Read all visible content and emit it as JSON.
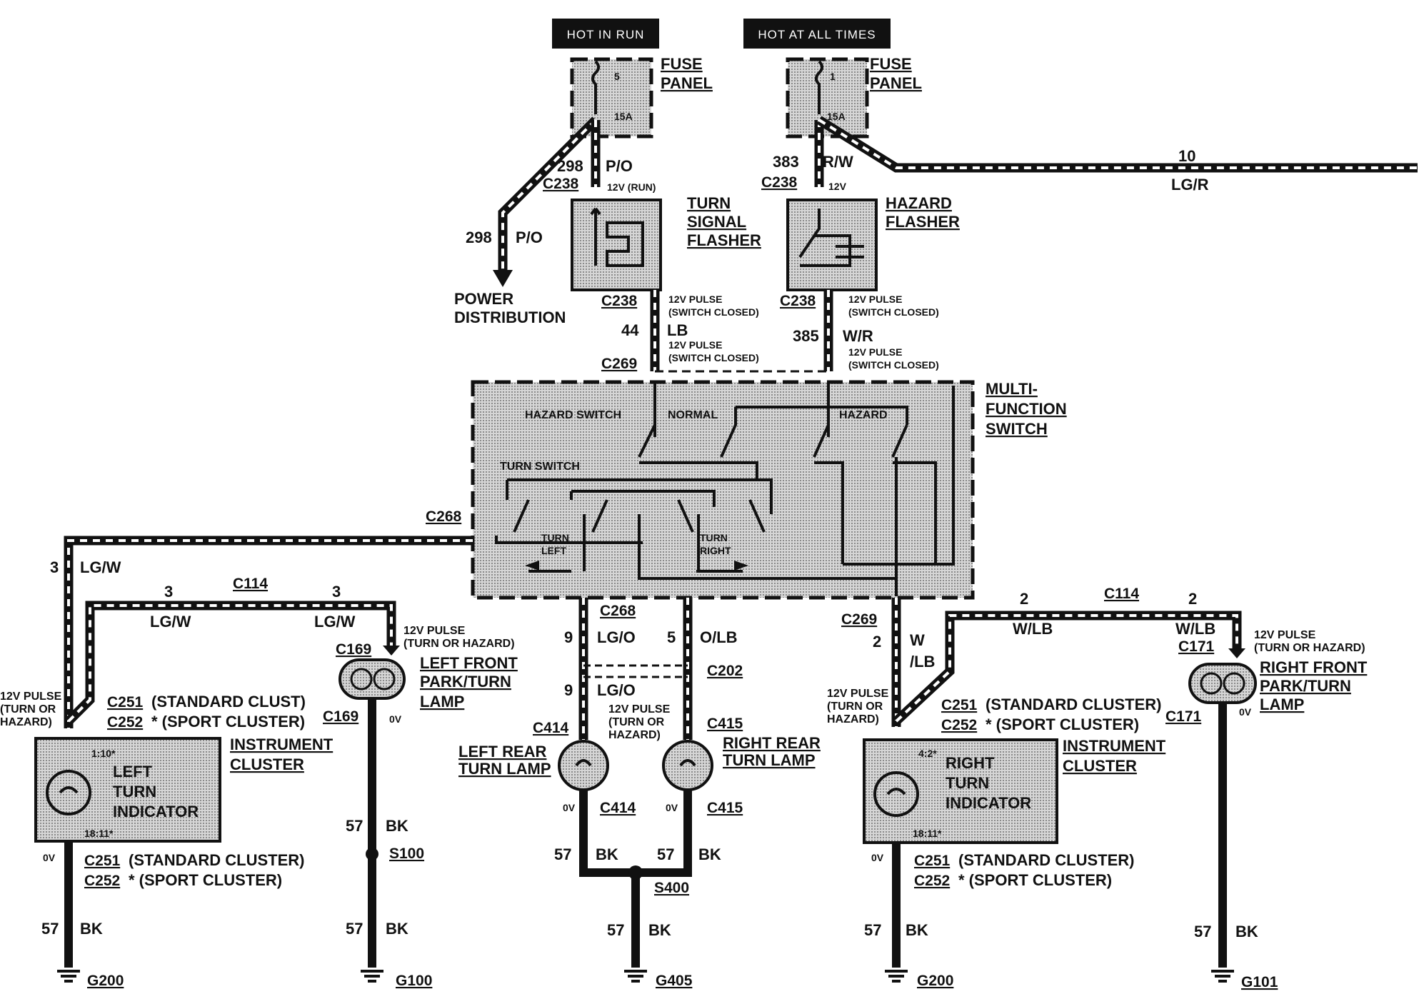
{
  "tags": {
    "hot_in_run": "HOT IN RUN",
    "hot_at_all_times": "HOT AT ALL TIMES"
  },
  "fuse_panel_left": {
    "label_line1": "FUSE",
    "label_line2": "PANEL",
    "fuse_number": "5",
    "rating": "15A"
  },
  "fuse_panel_right": {
    "label_line1": "FUSE",
    "label_line2": "PANEL",
    "fuse_number": "1",
    "rating": "15A"
  },
  "circuits": {
    "c298_top": {
      "number": "298",
      "color": "P/O"
    },
    "c298_power": {
      "number": "298",
      "color": "P/O"
    },
    "c383": {
      "number": "383",
      "color": "R/W"
    },
    "c10": {
      "number": "10",
      "color": "LG/R"
    },
    "c44": {
      "number": "44",
      "color": "LB"
    },
    "c385": {
      "number": "385",
      "color": "W/R"
    },
    "c3_left": {
      "number": "3",
      "color": "LG/W"
    },
    "c3_mid_a": {
      "number": "3",
      "color": "LG/W"
    },
    "c3_mid_b": {
      "number": "3",
      "color": "LG/W"
    },
    "c9_a": {
      "number": "9",
      "color": "LG/O"
    },
    "c9_b": {
      "number": "9",
      "color": "LG/O"
    },
    "c5": {
      "number": "5",
      "color": "O/LB"
    },
    "c2_left": {
      "number": "2",
      "color": "W",
      "color2": "/LB"
    },
    "c2_mid_a": {
      "number": "2",
      "color": "W/LB"
    },
    "c2_mid_b": {
      "number": "2",
      "color": "W/LB"
    },
    "c57_1": {
      "number": "57",
      "color": "BK"
    },
    "c57_2": {
      "number": "57",
      "color": "BK"
    },
    "c57_3": {
      "number": "57",
      "color": "BK"
    },
    "c57_4": {
      "number": "57",
      "color": "BK"
    },
    "c57_5": {
      "number": "57",
      "color": "BK"
    },
    "c57_6": {
      "number": "57",
      "color": "BK"
    },
    "c57_7": {
      "number": "57",
      "color": "BK"
    },
    "c57_8": {
      "number": "57",
      "color": "BK"
    }
  },
  "connectors": {
    "c238_a": "C238",
    "c238_b": "C238",
    "c238_c": "C238",
    "c238_d": "C238",
    "c269_a": "C269",
    "c269_b": "C269",
    "c268_a": "C268",
    "c268_b": "C268",
    "c114_a": "C114",
    "c114_b": "C114",
    "c169_a": "C169",
    "c169_b": "C169",
    "c171_a": "C171",
    "c171_b": "C171",
    "c202": "C202",
    "c414_a": "C414",
    "c414_b": "C414",
    "c415_a": "C415",
    "c415_b": "C415",
    "c251_a": "C251",
    "c252_a": "C252",
    "c251_b": "C251",
    "c252_b": "C252",
    "c251_c": "C251",
    "c252_c": "C252",
    "c251_d": "C251",
    "c252_d": "C252"
  },
  "splices": {
    "s100": "S100",
    "s400": "S400"
  },
  "grounds": {
    "g200_a": "G200",
    "g100": "G100",
    "g405": "G405",
    "g200_b": "G200",
    "g101": "G101"
  },
  "notes": {
    "v12_run": "12V (RUN)",
    "v12": "12V",
    "pulse_closed": "12V PULSE",
    "switch_closed": "(SWITCH  CLOSED)",
    "pulse_turn_hazard": "12V PULSE",
    "turn_or_hazard": "(TURN OR HAZARD)",
    "turn_or": "(TURN OR",
    "hazard_close": "HAZARD)",
    "zero_v": "0V",
    "standard_clust": "(STANDARD CLUST)",
    "standard_cluster": "(STANDARD CLUSTER)",
    "sport_cluster": "* (SPORT CLUSTER)",
    "pin_left_top": "1:10*",
    "pin_left_bot": "18:11*",
    "pin_right_top": "4:2*",
    "pin_right_bot": "18:11*"
  },
  "components": {
    "turn_flasher": [
      "TURN",
      "SIGNAL",
      "FLASHER"
    ],
    "hazard_flasher": [
      "HAZARD",
      "FLASHER"
    ],
    "power_distribution": [
      "POWER",
      "DISTRIBUTION"
    ],
    "multifunction": [
      "MULTI-",
      "FUNCTION",
      "SWITCH"
    ],
    "switch_labels": {
      "hazard_switch": "HAZARD  SWITCH",
      "normal": "NORMAL",
      "hazard": "HAZARD",
      "turn_switch": "TURN  SWITCH",
      "turn_left_1": "TURN",
      "turn_left_2": "LEFT",
      "turn_right_1": "TURN",
      "turn_right_2": "RIGHT"
    },
    "left_front_lamp": [
      "LEFT FRONT",
      "PARK/TURN",
      "LAMP"
    ],
    "right_front_lamp": [
      "RIGHT FRONT",
      "PARK/TURN",
      "LAMP"
    ],
    "left_rear_lamp": [
      "LEFT REAR",
      "TURN LAMP"
    ],
    "right_rear_lamp": [
      "RIGHT REAR",
      "TURN LAMP"
    ],
    "instrument_cluster_left": [
      "INSTRUMENT",
      "CLUSTER"
    ],
    "instrument_cluster_right": [
      "INSTRUMENT",
      "CLUSTER"
    ],
    "left_indicator": [
      "LEFT",
      "TURN",
      "INDICATOR"
    ],
    "right_indicator": [
      "RIGHT",
      "TURN",
      "INDICATOR"
    ]
  }
}
